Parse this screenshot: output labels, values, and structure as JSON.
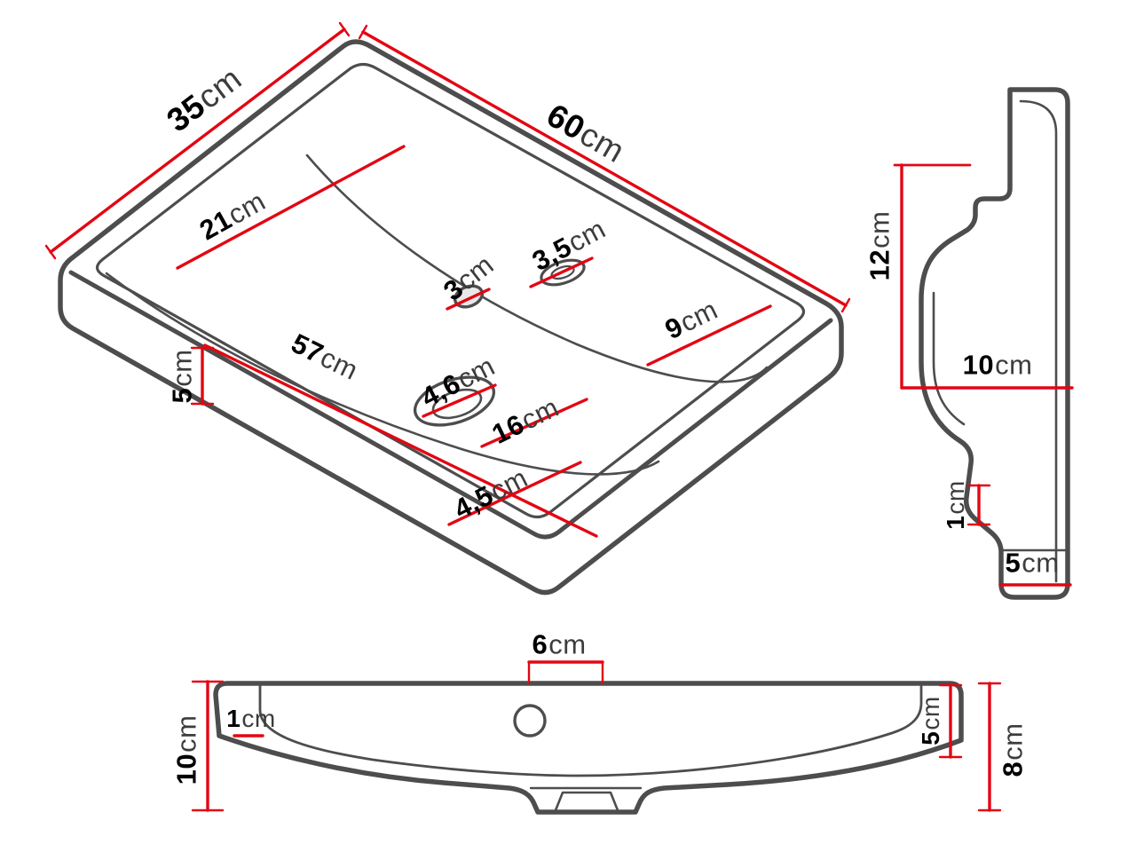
{
  "colors": {
    "dimension_red": "#e30613",
    "outline_gray": "#4d4d4d"
  },
  "views": {
    "iso": {
      "dims": {
        "width": {
          "v": "35",
          "u": "cm"
        },
        "length": {
          "v": "60",
          "u": "cm"
        },
        "basin_width": {
          "v": "21",
          "u": "cm"
        },
        "overflow": {
          "v": "3,5",
          "u": "cm"
        },
        "tap_hole": {
          "v": "3",
          "u": "cm"
        },
        "hole_edge": {
          "v": "9",
          "u": "cm"
        },
        "basin_length": {
          "v": "57",
          "u": "cm"
        },
        "edge_height": {
          "v": "5",
          "u": "cm"
        },
        "drain_hole": {
          "v": "4,6",
          "u": "cm"
        },
        "drain_front": {
          "v": "16",
          "u": "cm"
        },
        "front_rim": {
          "v": "4,5",
          "u": "cm"
        }
      }
    },
    "side": {
      "dims": {
        "upper_height": {
          "v": "12",
          "u": "cm"
        },
        "depth": {
          "v": "10",
          "u": "cm"
        },
        "lip": {
          "v": "1",
          "u": "cm"
        },
        "foot": {
          "v": "5",
          "u": "cm"
        }
      }
    },
    "front": {
      "dims": {
        "tap_offset": {
          "v": "6",
          "u": "cm"
        },
        "rim": {
          "v": "1",
          "u": "cm"
        },
        "total_height": {
          "v": "10",
          "u": "cm"
        },
        "inner_right": {
          "v": "5",
          "u": "cm"
        },
        "right_height": {
          "v": "8",
          "u": "cm"
        }
      }
    }
  }
}
